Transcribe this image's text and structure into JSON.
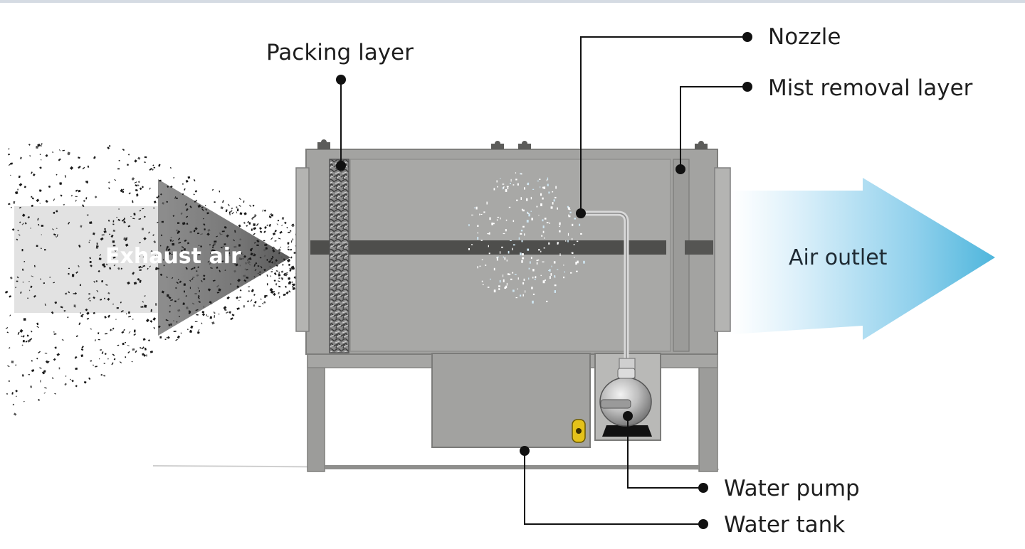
{
  "diagram": {
    "labels": {
      "packing_layer": "Packing layer",
      "nozzle": "Nozzle",
      "mist_removal_layer": "Mist removal layer",
      "water_pump": "Water pump",
      "water_tank": "Water tank",
      "exhaust_air": "Exhaust air",
      "air_outlet": "Air outlet"
    },
    "colors": {
      "machine_body": "#a3a3a1",
      "frame": "#9c9c9a",
      "band": "#4e4e4c",
      "leader_line": "#111111",
      "outlet_arrow": "#4fb6dc",
      "exhaust_arrow": "#6a6a6a",
      "valve": "#e4c21a"
    }
  }
}
